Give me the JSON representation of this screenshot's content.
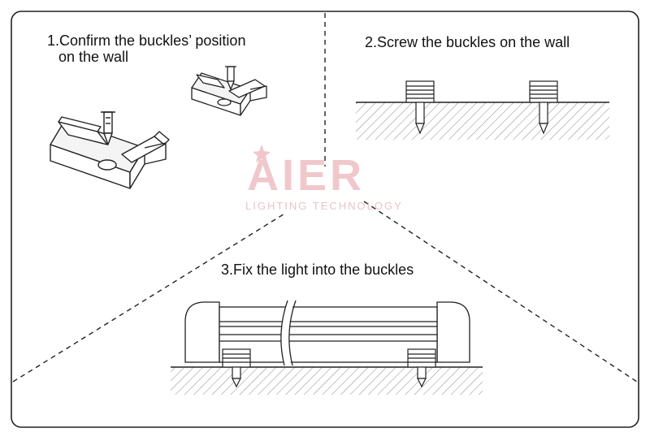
{
  "steps": [
    {
      "number": "1.",
      "title_line1": "Confirm the buckles’ position",
      "title_line2": "on the wall"
    },
    {
      "number": "2.",
      "title": "Screw the buckles on the wall"
    },
    {
      "number": "3.",
      "title": "Fix the light into the buckles"
    }
  ],
  "watermark": {
    "brand": "AIER",
    "tagline": "LIGHTING TECHNOLOGY"
  },
  "colors": {
    "stroke": "#222222",
    "hatch": "#777777",
    "watermark": "#f0c8cc"
  }
}
